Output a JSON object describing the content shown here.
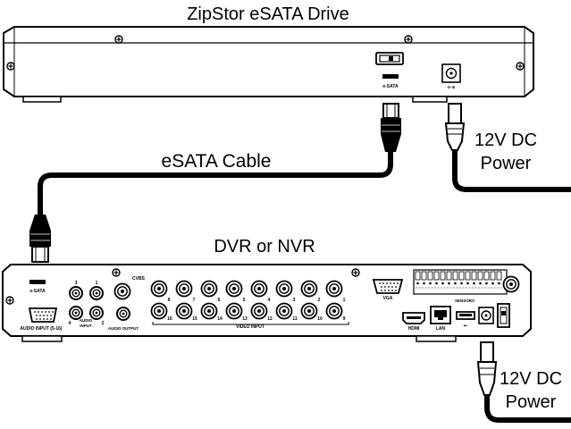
{
  "labels": {
    "drive_title": "ZipStor eSATA Drive",
    "esata_cable": "eSATA Cable",
    "dvr_title": "DVR or NVR",
    "power_top_line1": "12V DC",
    "power_top_line2": "Power",
    "power_bottom_line1": "12V DC",
    "power_bottom_line2": "Power"
  },
  "drive_panel": {
    "esata_label": "e-SATA"
  },
  "dvr_panel": {
    "esata_label": "e-SATA",
    "audio_input_vga_label": "AUDIO INPUT (5-16)",
    "audio_label": "AUDIO",
    "input_label": "INPUT",
    "audio_output_label": "AUDIO OUTPUT",
    "cvbs_label": "CVBS",
    "video_input_label": "VIDEO INPUT",
    "vga_label": "VGA",
    "hdmi_label": "HDMI",
    "lan_label": "LAN",
    "sensors_label": "SENSORS",
    "audio_jack_numbers": [
      "3",
      "1",
      "4",
      "2"
    ],
    "bnc_top_numbers": [
      "8",
      "7",
      "6",
      "5",
      "4",
      "3",
      "2",
      "1"
    ],
    "bnc_bottom_numbers": [
      "16",
      "15",
      "14",
      "13",
      "12",
      "11",
      "10",
      "9"
    ]
  }
}
